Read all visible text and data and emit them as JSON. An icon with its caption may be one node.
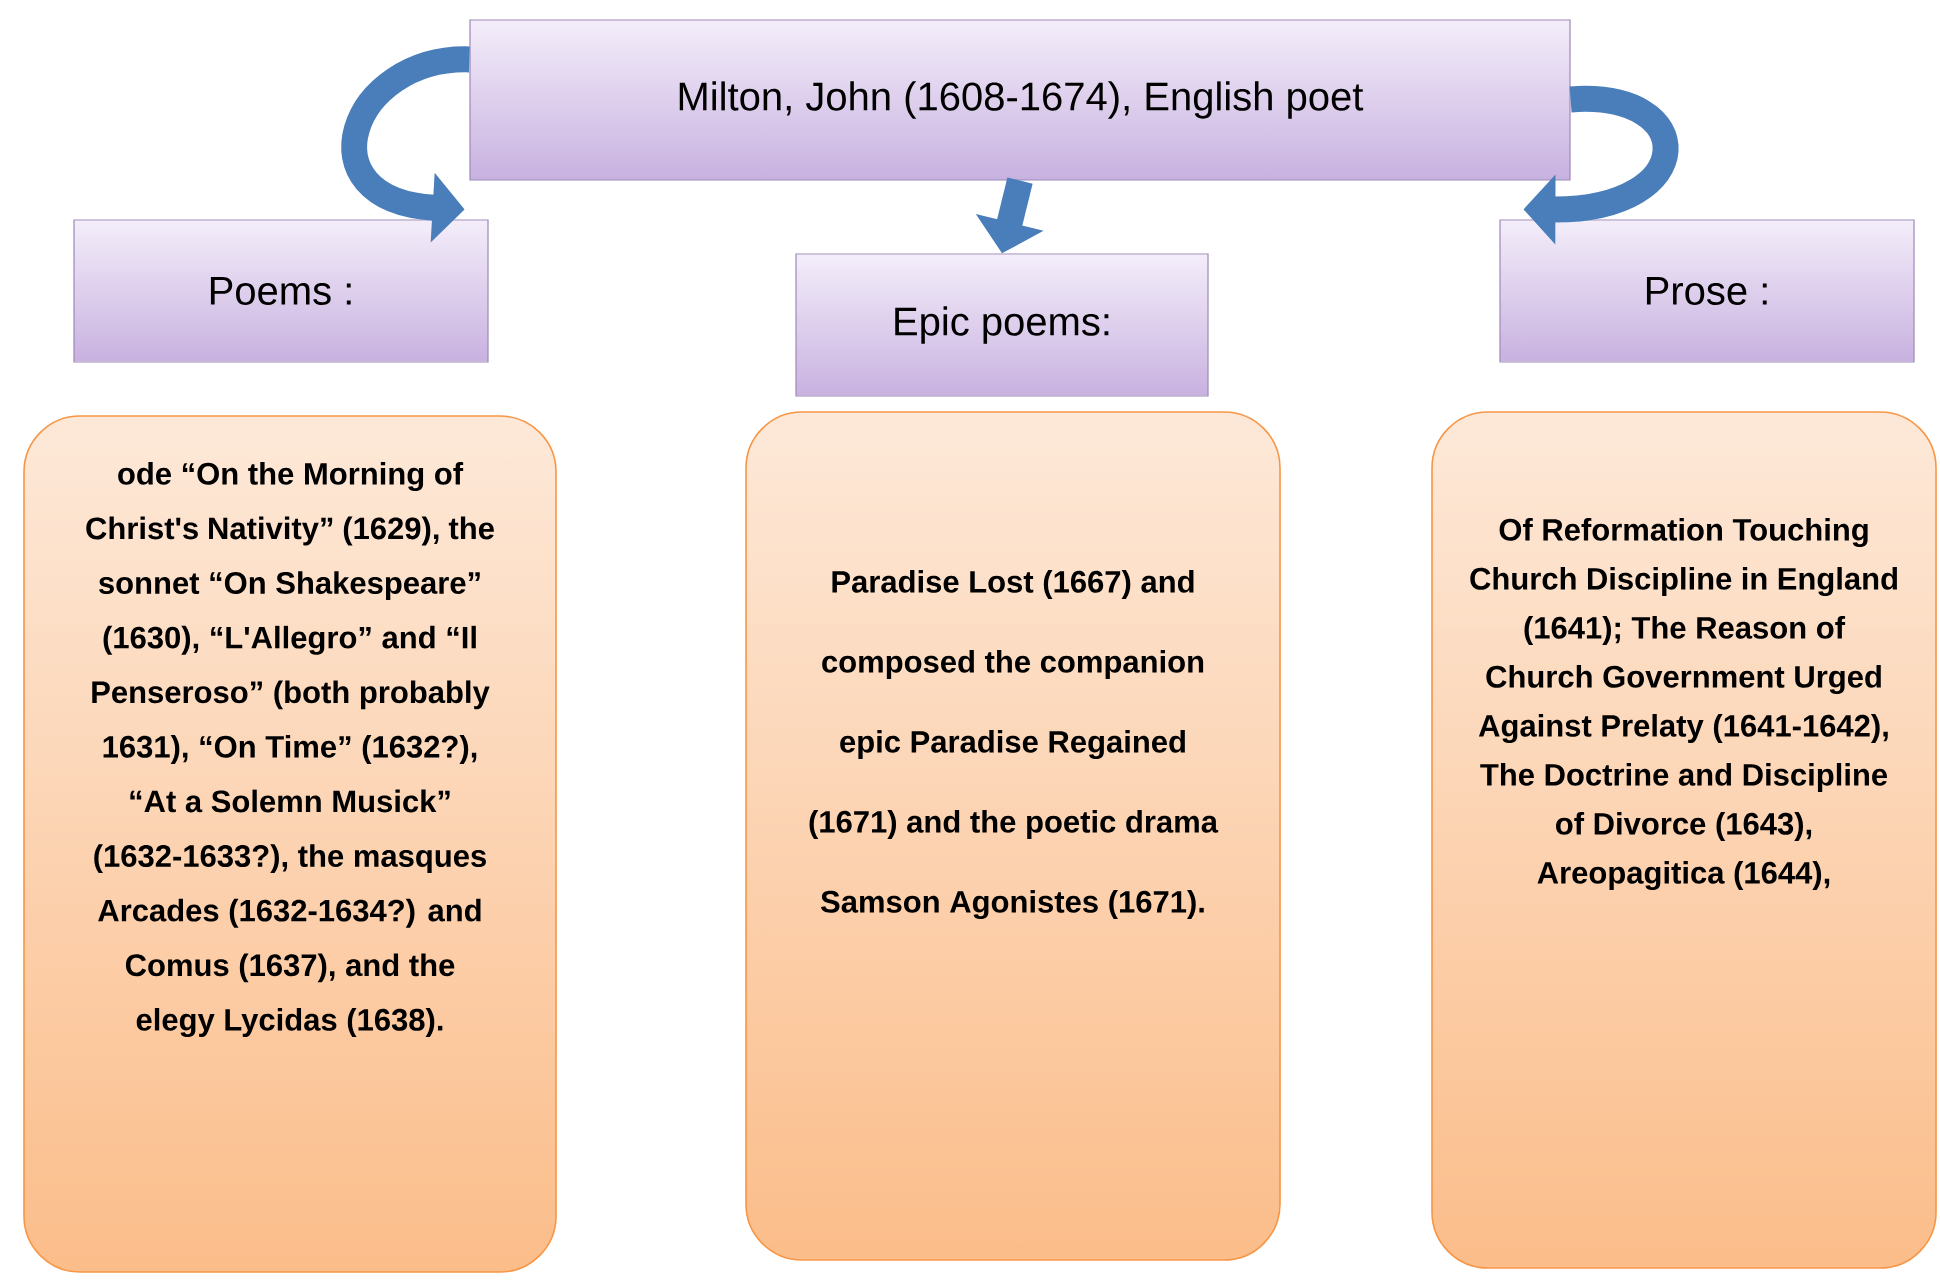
{
  "diagram": {
    "nodes": [
      {
        "text": [
          "Milton, John (1608-1674),  English poet"
        ]
      },
      {
        "text": [
          "Poems :"
        ]
      },
      {
        "text": [
          "Epic poems:"
        ]
      },
      {
        "text": [
          "Prose :"
        ]
      },
      {
        "text": [
          "ode “On the Morning of Christ's Nativity” (1629), the sonnet “On Shakespeare” (1630), “L'Allegro” and “Il Penseroso” (both probably 1631), “On Time” (1632?), “At a Solemn Musick” (1632-1633?), the masques Arcades (1632-1634?) and Comus (1637), and the elegy Lycidas (1638)."
        ]
      },
      {
        "text": [
          "Paradise Lost (1667) and composed the companion epic Paradise Regained (1671) and the poetic drama Samson Agonistes (1671)."
        ]
      },
      {
        "text": [
          "Of Reformation Touching Church Discipline in England (1641); The Reason of Church Government Urged Against Prelaty (1641-1642), The Doctrine and Discipline of Divorce (1643), Areopagitica (1644),"
        ]
      }
    ],
    "edges": [
      {
        "from": 0,
        "to": 1,
        "arrow": "to"
      },
      {
        "from": 0,
        "to": 2,
        "arrow": "to"
      },
      {
        "from": 0,
        "to": 3,
        "arrow": "to"
      }
    ]
  }
}
